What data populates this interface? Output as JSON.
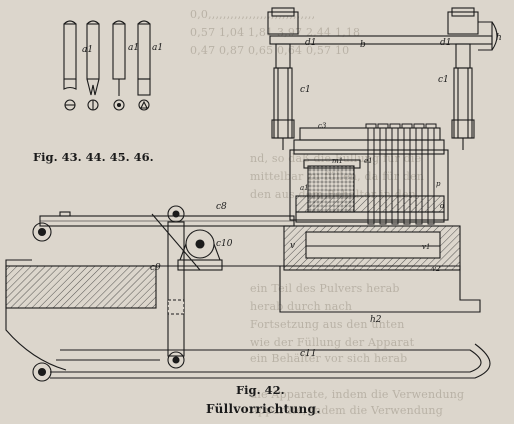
{
  "background_text": [
    "0,0,,,,,,,,,,,,,,,,,,,,,,,,,,,,,",
    "0,57 1,04 1,81 3,97 2,44 1,18",
    "0,47 0,87 0,65 0,64 0,57 10",
    "nd, so daß die Füllung für die",
    "mittelbar zu füllen, da für den",
    "den aus dem Behälter in den",
    "ein Teil des Pulvers herab",
    "herab durch nach",
    "Fortsetzung aus den unten",
    "wie der Füllung der Apparat",
    "ein Behälter vor sich herab",
    "die Apparate, indem die Verwendung",
    "Apparate, indem die Verwendung"
  ],
  "captions": {
    "small_figs": "Fig. 43. 44. 45. 46.",
    "main_fig": "Fig. 42.",
    "title": "Füllvorrichtung."
  },
  "labels": {
    "a1_small_1": "a1",
    "a1_small_2": "a1",
    "a1_small_3": "a1",
    "b": "b",
    "c1_left": "c1",
    "c1_right": "c1",
    "d1_left": "d1",
    "d1_right": "d1",
    "h": "h",
    "c3": "c3",
    "m1": "m1",
    "e1": "e1",
    "a1_hopper": "a1",
    "p": "p",
    "d": "d",
    "v": "v",
    "v1": "v1",
    "v2": "v2",
    "c8": "c8",
    "c9": "c9",
    "c10": "c10",
    "h2": "h2",
    "c11": "c11"
  }
}
